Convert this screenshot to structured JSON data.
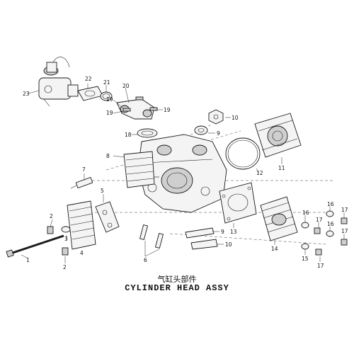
{
  "title_cn": "气缸头部件",
  "title_en": "CYLINDER HEAD ASSY",
  "callouts": {
    "c1": "1",
    "c2a": "2",
    "c2b": "2",
    "c3": "3",
    "c4": "4",
    "c5": "5",
    "c6": "6",
    "c7": "7",
    "c8": "8",
    "c9a": "9",
    "c9b": "9",
    "c10a": "10",
    "c10b": "10",
    "c11": "11",
    "c12": "12",
    "c13": "13",
    "c14": "14",
    "c15": "15",
    "c16a": "16",
    "c16b": "16",
    "c16c": "16",
    "c17a": "17",
    "c17b": "17",
    "c17c": "17",
    "c17d": "17",
    "c18": "18",
    "c19a": "19",
    "c19b": "19",
    "c19c": "19",
    "c20": "20",
    "c21": "21",
    "c22": "22",
    "c23": "23"
  }
}
